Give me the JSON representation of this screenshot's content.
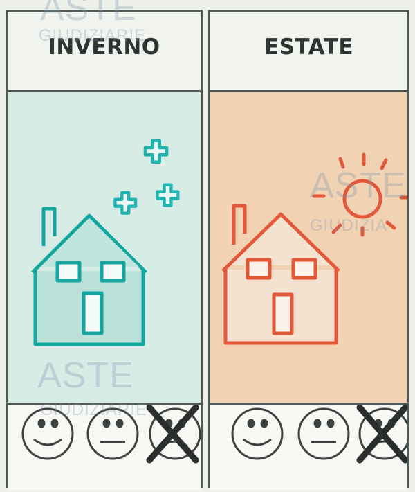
{
  "panels": {
    "winter": {
      "title": "INVERNO",
      "house_color": "#14a7a0",
      "snow_color": "#22b4b0",
      "background": "#d8ece6"
    },
    "summer": {
      "title": "ESTATE",
      "house_color": "#e2583a",
      "sun_color": "#e2583a",
      "background": "#f1d2b2"
    }
  },
  "rating_faces": [
    "happy-face-icon",
    "neutral-face-icon",
    "sad-face-icon"
  ],
  "selected_marks": {
    "winter": "sad-face",
    "summer": "sad-face"
  },
  "watermark": {
    "line1": "ASTE",
    "line2": "GIUDIZIARIE",
    "line2_short": "GIUDIZIA"
  }
}
